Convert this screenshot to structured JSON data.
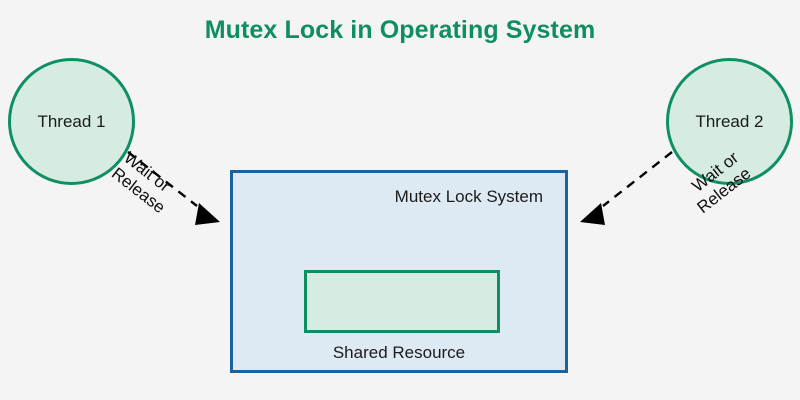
{
  "page": {
    "title": "Mutex Lock in Operating System",
    "background_color": "#f4f4f4"
  },
  "colors": {
    "title_green": "#0f8f5f",
    "circle_fill": "#d6ece1",
    "circle_border": "#0f8f64",
    "box_fill": "#dde9f3",
    "box_border": "#1a639e",
    "resource_fill": "#d6ece1",
    "resource_border": "#0d8f63",
    "text": "#1b1b1b",
    "arrow": "#000000"
  },
  "threads": [
    {
      "id": "thread-1",
      "label": "Thread 1"
    },
    {
      "id": "thread-2",
      "label": "Thread 2"
    }
  ],
  "mutex_box": {
    "title": "Mutex Lock System",
    "shared_resource_label": "Shared Resource"
  },
  "arrows": [
    {
      "id": "arrow-left",
      "from": "Thread 1",
      "to": "Mutex Lock System",
      "line_1": "Wait or",
      "line_2": "Release",
      "style": "dashed",
      "direction": "right-down"
    },
    {
      "id": "arrow-right",
      "from": "Thread 2",
      "to": "Mutex Lock System",
      "line_1": "Wait or",
      "line_2": "Release",
      "style": "dashed",
      "direction": "left-down"
    }
  ]
}
